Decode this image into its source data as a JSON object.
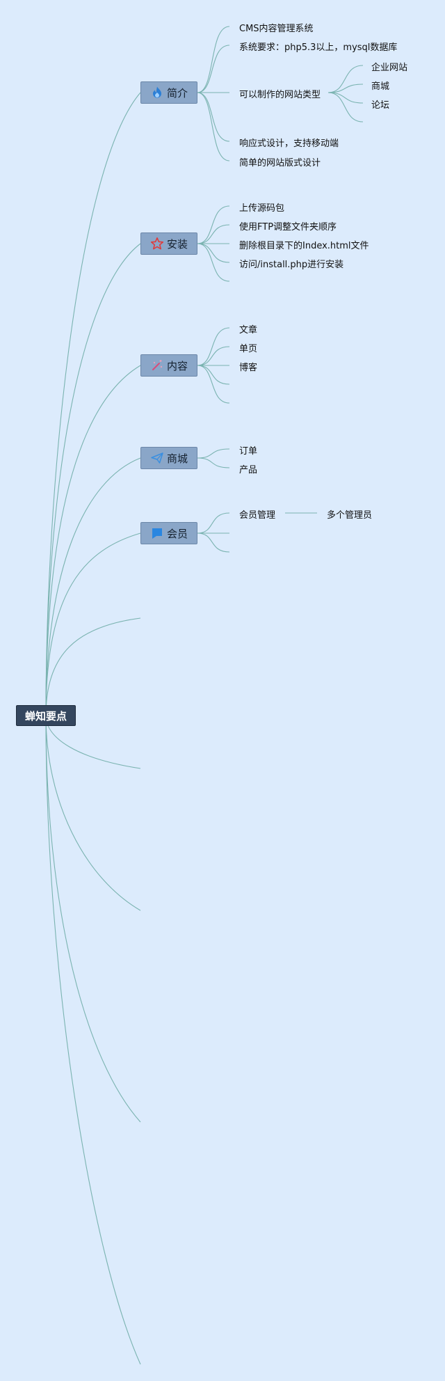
{
  "root": {
    "label": "蝉知要点"
  },
  "branches": [
    {
      "label": "简介",
      "icon": "fire-icon",
      "icon_color": "#2b7fd6",
      "children": [
        {
          "label": "CMS内容管理系统"
        },
        {
          "label": "系统要求：php5.3以上，mysql数据库"
        },
        {
          "label": "可以制作的网站类型",
          "children": [
            {
              "label": "企业网站"
            },
            {
              "label": "商城"
            },
            {
              "label": "论坛"
            }
          ]
        },
        {
          "label": "响应式设计，支持移动端"
        },
        {
          "label": "简单的网站版式设计"
        }
      ]
    },
    {
      "label": "安装",
      "icon": "star-icon",
      "icon_color": "#e03a3a",
      "children": [
        {
          "label": "上传源码包"
        },
        {
          "label": "使用FTP调整文件夹顺序"
        },
        {
          "label": "删除根目录下的Index.html文件"
        },
        {
          "label": "访问/install.php进行安装"
        }
      ]
    },
    {
      "label": "内容",
      "icon": "magic-wand-icon",
      "icon_color": "#d84c7a",
      "children": [
        {
          "label": "文章"
        },
        {
          "label": "单页"
        },
        {
          "label": "博客"
        }
      ]
    },
    {
      "label": "商城",
      "icon": "paper-plane-icon",
      "icon_color": "#3a8fe0",
      "children": [
        {
          "label": "订单"
        },
        {
          "label": "产品"
        }
      ]
    },
    {
      "label": "会员",
      "icon": "flag-icon",
      "icon_color": "#2a86e0",
      "children": [
        {
          "label": "会员管理",
          "children": [
            {
              "label": "多个管理员"
            }
          ]
        }
      ]
    }
  ],
  "colors": {
    "background": "#dcebfc",
    "connector": "#7ab3b0",
    "root": "#34465e",
    "branch": "#8aa6c8"
  }
}
